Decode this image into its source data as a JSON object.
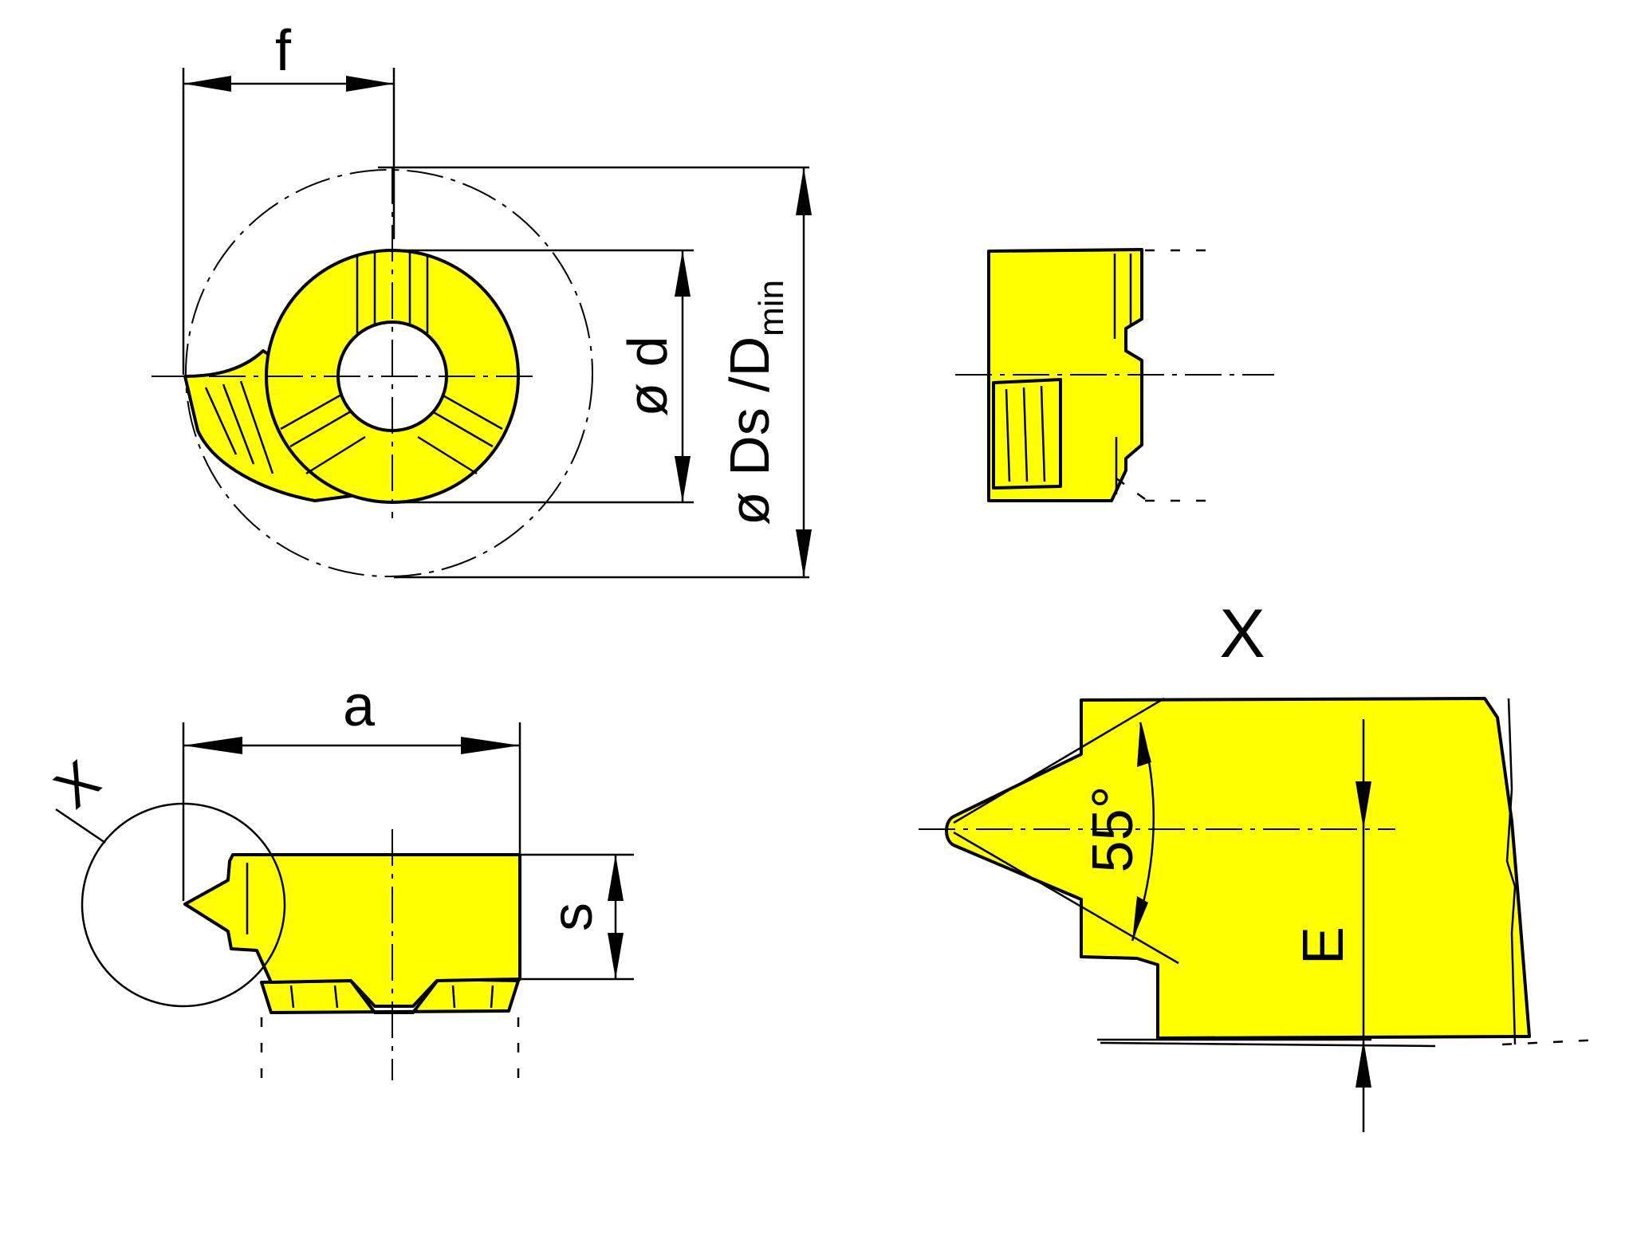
{
  "colors": {
    "insert_fill": "#ffff00",
    "line": "#000000",
    "background": "#ffffff"
  },
  "labels": {
    "f": "f",
    "diameter_d": "ø d",
    "diameter_ds": "ø Ds /D",
    "min_subscript": "min",
    "a": "a",
    "s": "s",
    "detail_marker": "X",
    "detail_title": "X",
    "angle": "55°",
    "e": "E"
  }
}
